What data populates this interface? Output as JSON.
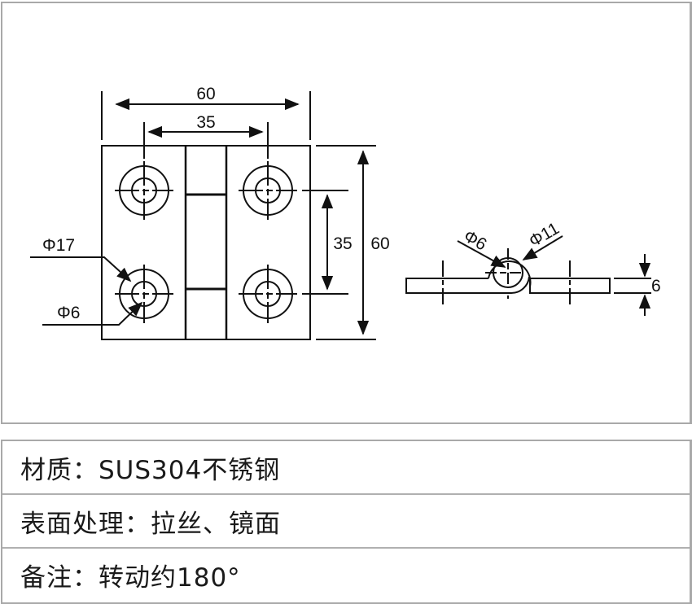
{
  "drawing": {
    "front_view": {
      "overall_width_label": "60",
      "hole_spacing_width_label": "35",
      "hole_spacing_height_label": "35",
      "overall_height_label": "60",
      "counterbore_diameter_label": "Φ17",
      "hole_diameter_label": "Φ6"
    },
    "side_view": {
      "pin_diameter_label": "Φ6",
      "knuckle_diameter_label": "Φ11",
      "thickness_label": "6"
    },
    "colors": {
      "line": "#111111",
      "border": "#a9a9a9"
    }
  },
  "specs": [
    {
      "text": "材质：SUS304不锈钢"
    },
    {
      "text": "表面处理：拉丝、镜面"
    },
    {
      "text": "备注：转动约180°"
    }
  ]
}
